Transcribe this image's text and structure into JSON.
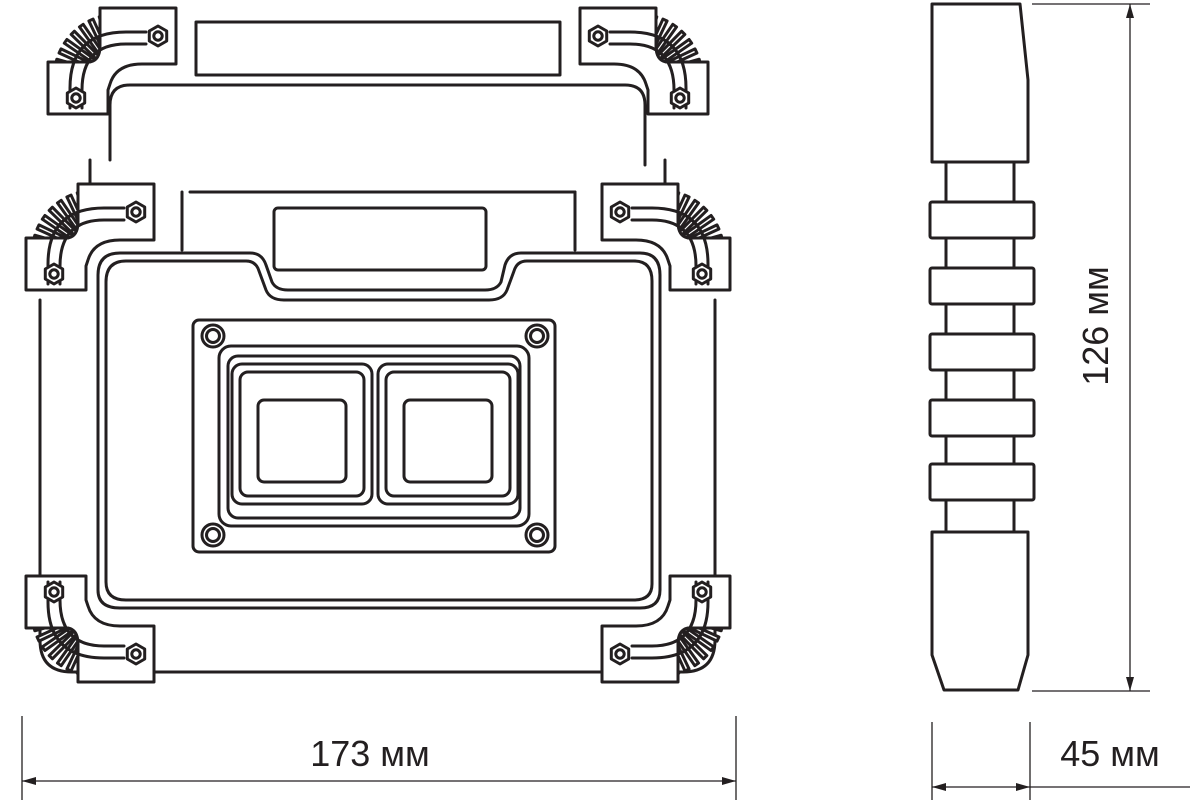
{
  "drawing": {
    "line_color": "#231f20",
    "background": "#ffffff"
  },
  "dimensions": {
    "width_label": "173 мм",
    "height_label": "126 мм",
    "depth_label": "45 мм"
  }
}
